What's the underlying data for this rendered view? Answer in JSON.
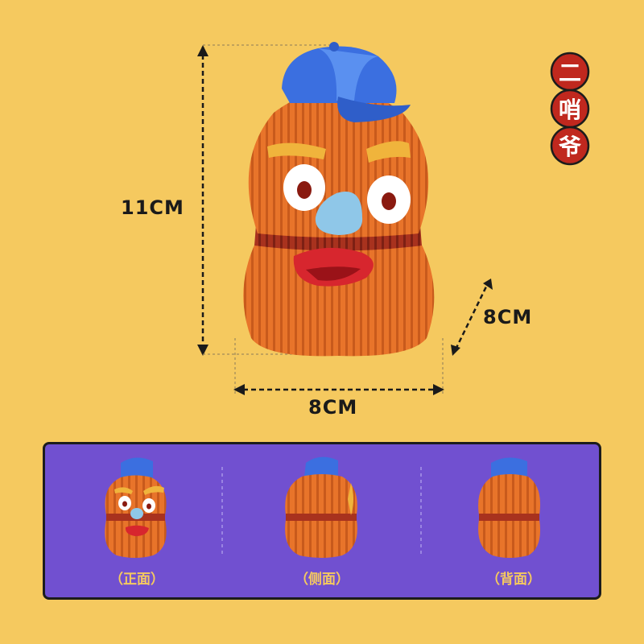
{
  "dimensions": {
    "height_label": "11CM",
    "depth_label": "8CM",
    "width_label": "8CM"
  },
  "seal": {
    "characters": [
      "二",
      "哨",
      "爷"
    ],
    "color": "#c0281e",
    "border_color": "#1c1c1c"
  },
  "views": [
    {
      "label": "（正面）"
    },
    {
      "label": "（侧面）"
    },
    {
      "label": "（背面）"
    }
  ],
  "colors": {
    "background": "#f5c95f",
    "panel": "#7150d0",
    "body_orange": "#e8742a",
    "hat_blue": "#3b6fe0",
    "eyebrow": "#f0b43c",
    "nose": "#8fc7e8",
    "mouth": "#d7262e"
  }
}
